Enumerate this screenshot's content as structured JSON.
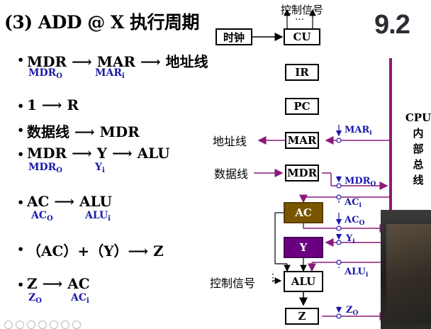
{
  "slide": {
    "title": "(3) ADD @ X  执行周期",
    "page_number": "9.2"
  },
  "steps": [
    {
      "dot": "•",
      "line": "MDR ⟶ MAR ⟶ 地址线",
      "signals": [
        {
          "name": "MDR",
          "sub": "O"
        },
        {
          "name": "MAR",
          "sub": "i"
        }
      ]
    },
    {
      "dot": "•",
      "line": "1 ⟶ R",
      "signals": []
    },
    {
      "dot": "•",
      "line": "数据线 ⟶ MDR",
      "signals": []
    },
    {
      "dot": "•",
      "line": "MDR ⟶ Y ⟶ ALU",
      "signals": [
        {
          "name": "MDR",
          "sub": "O"
        },
        {
          "name": "Y",
          "sub": "i"
        }
      ]
    },
    {
      "dot": "•",
      "line": "AC ⟶ ALU",
      "signals": [
        {
          "name": "AC",
          "sub": "O"
        },
        {
          "name": "ALU",
          "sub": "i"
        }
      ]
    },
    {
      "dot": "•",
      "line": "（AC）+（Y）⟶ Z",
      "signals": []
    },
    {
      "dot": "•",
      "line": "Z ⟶ AC",
      "signals": [
        {
          "name": "Z",
          "sub": "O"
        },
        {
          "name": "AC",
          "sub": "i"
        }
      ]
    }
  ],
  "diagram": {
    "registers": {
      "clock": "时钟",
      "cu": "CU",
      "ir": "IR",
      "pc": "PC",
      "mar": "MAR",
      "mdr": "MDR",
      "ac": "AC",
      "y": "Y",
      "alu": "ALU",
      "z": "Z"
    },
    "external_labels": {
      "control_top": "控制信号",
      "control_top_dots": "…",
      "address_line": "地址线",
      "data_line": "数据线",
      "control_left": "控制信号",
      "control_left_dots": "⋮"
    },
    "bus_label": "CPU\n内\n部\n总\n线",
    "bus_label_lines": [
      "CPU",
      "内",
      "部",
      "总",
      "线"
    ],
    "control_signals": [
      {
        "name": "MAR",
        "sub": "i"
      },
      {
        "name": "MDR",
        "sub": "O"
      },
      {
        "name": "AC",
        "sub": "i"
      },
      {
        "name": "AC",
        "sub": "O"
      },
      {
        "name": "Y",
        "sub": "i"
      },
      {
        "name": "ALU",
        "sub": "i"
      },
      {
        "name": "Z",
        "sub": "O"
      }
    ],
    "colors": {
      "bus": "#8b1a7a",
      "signal": "#1a1aa8",
      "ac_fill": "#7a5500",
      "y_fill": "#6a0080"
    }
  }
}
